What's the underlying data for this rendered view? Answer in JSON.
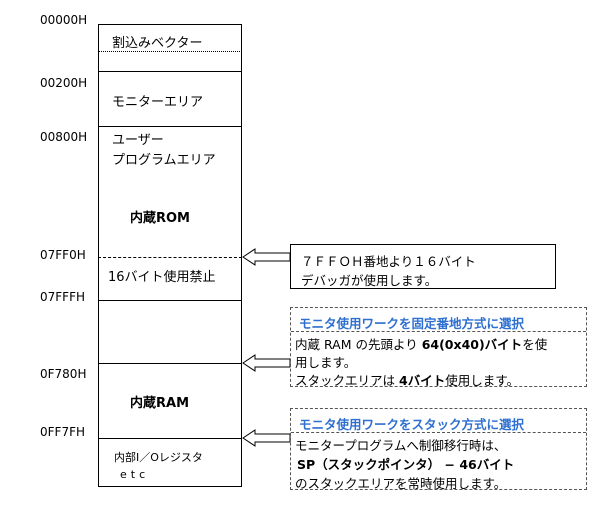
{
  "addresses": {
    "a00000": "00000H",
    "a00200": "00200H",
    "a00800": "00800H",
    "a07ff0": "07FF0H",
    "a07fff": "07FFFH",
    "a0f780": "0F780H",
    "a0ff7f": "0FF7FH"
  },
  "blocks": {
    "vector": "割込みベクター",
    "monitor": "モニターエリア",
    "user_line1": "ユーザー",
    "user_line2": "プログラムエリア",
    "rom": "内蔵ROM",
    "reserved": "16バイト使用禁止",
    "ram": "内蔵RAM",
    "io_line1": "内部I／Oレジスタ",
    "io_line2": "etc"
  },
  "notes": {
    "n1_line1": "７ＦＦＯＨ番地より１６バイト",
    "n1_line2": "デバッガが使用します。",
    "n2_title": "モニタ使用ワークを固定番地方式に選択",
    "n2_line1_pre": "内蔵 RAM の先頭より",
    "n2_line1_bold": "64(0x40)バイト",
    "n2_line1_post": "を使",
    "n2_line2": "用します。",
    "n2_line3_pre": "スタックエリアは",
    "n2_line3_bold": "4バイト",
    "n2_line3_post": "使用します。",
    "n3_title": "モニタ使用ワークをスタック方式に選択",
    "n3_line1": "モニタープログラムへ制御移行時は、",
    "n3_line2_bold": "SP（スタックポインタ） − 46バイト",
    "n3_line3": "のスタックエリアを常時使用します。"
  }
}
